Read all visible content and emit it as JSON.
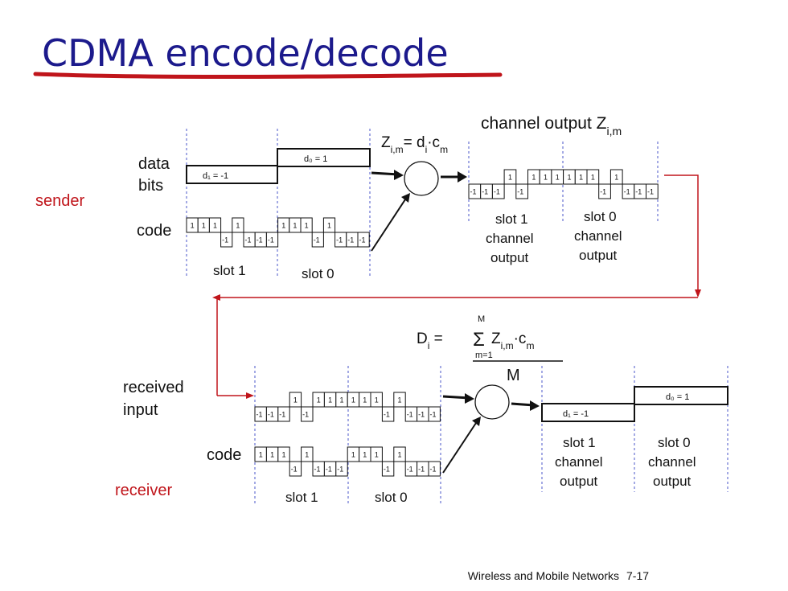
{
  "slide": {
    "title": "CDMA encode/decode",
    "footer": "Wireless and Mobile Networks",
    "page_number": "7-17"
  },
  "sender": {
    "label": "sender",
    "data_bits_label_1": "data",
    "data_bits_label_2": "bits",
    "code_label": "code",
    "d1": "-1",
    "d0": "1",
    "d1_label": "d₁ = -1",
    "d0_label": "d₀ = 1",
    "code_chips": [
      1,
      1,
      1,
      -1,
      1,
      -1,
      -1,
      -1
    ],
    "slot1_label": "slot 1",
    "slot0_label": "slot 0",
    "encode_formula": "Zi,m= di·cm",
    "channel_output_title": "channel output Zi,m",
    "channel_output_chips": [
      -1,
      -1,
      -1,
      1,
      -1,
      1,
      1,
      1,
      1,
      1,
      1,
      -1,
      1,
      -1,
      -1,
      -1
    ],
    "out_slot1_lines": [
      "slot 1",
      "channel",
      "output"
    ],
    "out_slot0_lines": [
      "slot 0",
      "channel",
      "output"
    ]
  },
  "receiver": {
    "label": "receiver",
    "received_label_1": "received",
    "received_label_2": "input",
    "code_label": "code",
    "received_chips": [
      -1,
      -1,
      -1,
      1,
      -1,
      1,
      1,
      1,
      1,
      1,
      1,
      -1,
      1,
      -1,
      -1,
      -1
    ],
    "code_chips": [
      1,
      1,
      1,
      -1,
      1,
      -1,
      -1,
      -1
    ],
    "slot1_label": "slot 1",
    "slot0_label": "slot 0",
    "decode_formula": "Di = Σ Zi,m·cm / M",
    "decode_sum_upper": "M",
    "decode_sum_lower": "m=1",
    "decode_denominator": "M",
    "d1_label": "d₁ = -1",
    "d0_label": "d₀ = 1",
    "out_slot1_lines": [
      "slot 1",
      "channel",
      "output"
    ],
    "out_slot0_lines": [
      "slot 0",
      "channel",
      "output"
    ]
  },
  "colors": {
    "title": "#1c1a8c",
    "underline": "#c0151b",
    "sender_receiver_label": "#c0151b",
    "flow_arrow": "#c0151b",
    "slot_dividers": "#4a55c8"
  }
}
